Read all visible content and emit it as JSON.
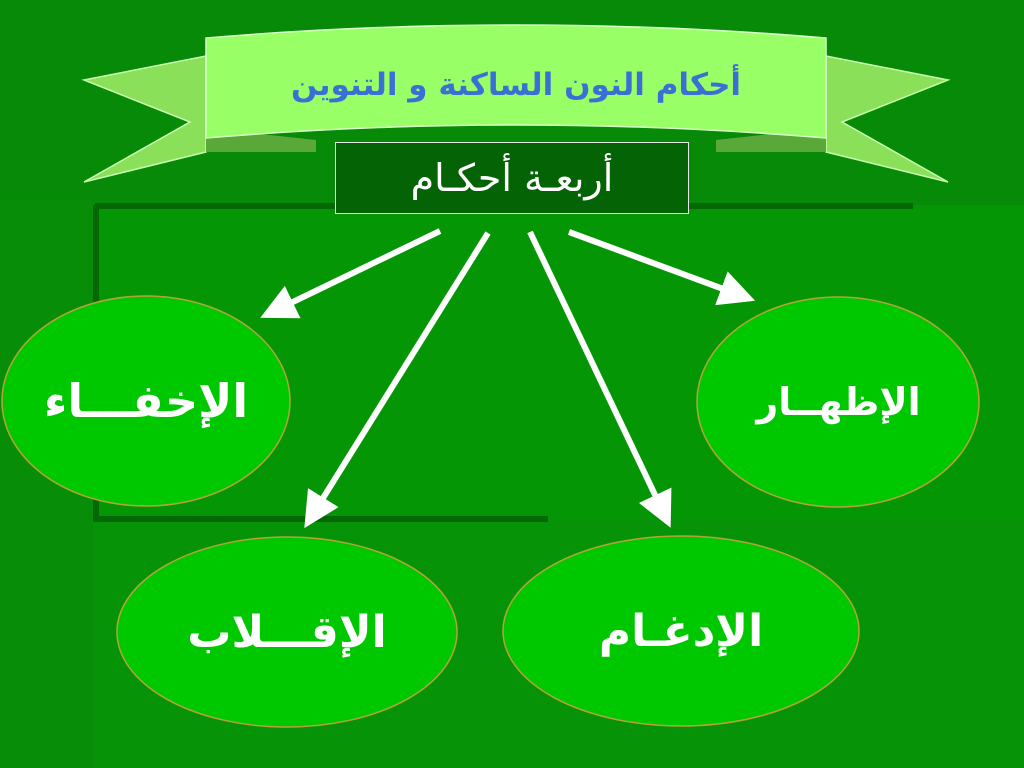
{
  "title": "أحكام النون الساكنة و التنوين",
  "subtitle": "أربعـة أحكـام",
  "rules": {
    "ikhfa": "الإخفـــاء",
    "izhar": "الإظهــار",
    "iqlab": "الإقـــلاب",
    "idgham": "الإدغـام"
  },
  "colors": {
    "background": "#078a07",
    "banner": "#99ff66",
    "title_text": "#3a6fd6",
    "subtitle_box": "#046304",
    "ellipse_fill": "#00c800",
    "ellipse_stroke": "#b7a23a",
    "arrow": "#ffffff"
  }
}
